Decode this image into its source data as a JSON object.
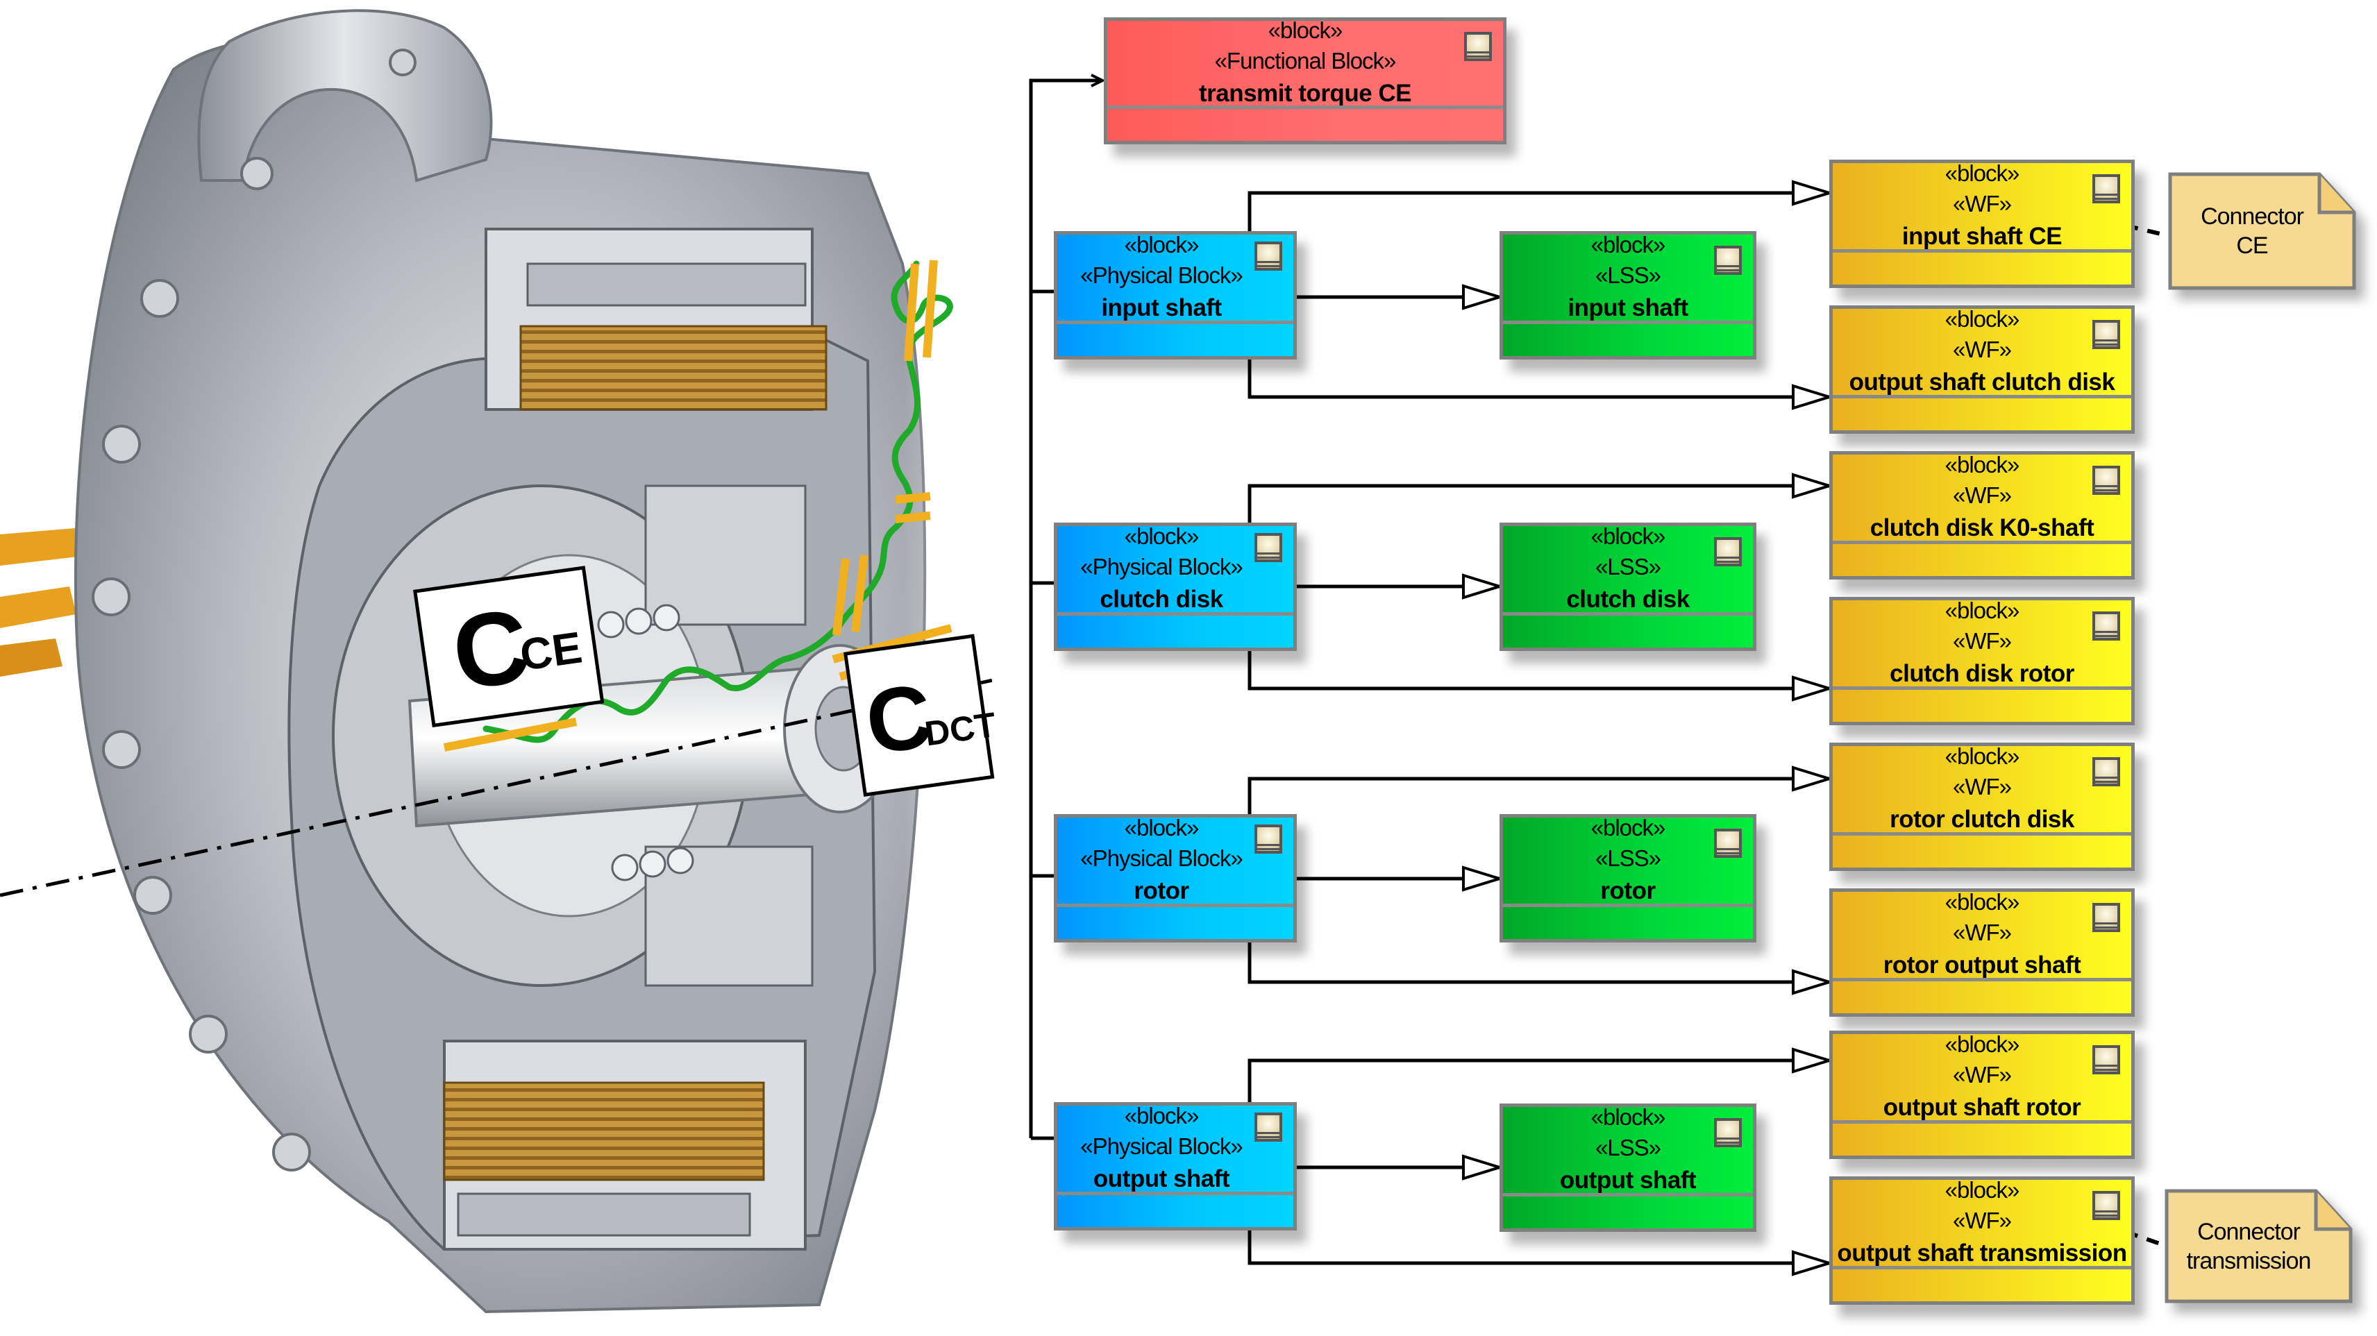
{
  "illustration": {
    "subject": "hybrid module cutaway with clutch",
    "labels": [
      {
        "id": "c_ce",
        "main": "C",
        "sub": "CE"
      },
      {
        "id": "c_dct",
        "main": "C",
        "sub": "DCT"
      }
    ],
    "colors": {
      "torque_path": "#22aa22",
      "contact_bars": "#f0b020",
      "axis_line": "#000000"
    }
  },
  "diagram": {
    "colors": {
      "functional": "#ff6464",
      "physical": "#00b4ff",
      "lss": "#00cc33",
      "wf": "#f5d020",
      "note": "#f7da92",
      "border": "#7f7f7f"
    },
    "functional_block": {
      "stereotypes": [
        "«block»",
        "«Functional Block»"
      ],
      "name": "transmit torque CE"
    },
    "physical_blocks": [
      {
        "stereotypes": [
          "«block»",
          "«Physical Block»"
        ],
        "name": "input shaft"
      },
      {
        "stereotypes": [
          "«block»",
          "«Physical Block»"
        ],
        "name": "clutch disk"
      },
      {
        "stereotypes": [
          "«block»",
          "«Physical Block»"
        ],
        "name": "rotor"
      },
      {
        "stereotypes": [
          "«block»",
          "«Physical Block»"
        ],
        "name": "output shaft"
      }
    ],
    "lss_blocks": [
      {
        "stereotypes": [
          "«block»",
          "«LSS»"
        ],
        "name": "input shaft"
      },
      {
        "stereotypes": [
          "«block»",
          "«LSS»"
        ],
        "name": "clutch disk"
      },
      {
        "stereotypes": [
          "«block»",
          "«LSS»"
        ],
        "name": "rotor"
      },
      {
        "stereotypes": [
          "«block»",
          "«LSS»"
        ],
        "name": "output shaft"
      }
    ],
    "wf_blocks": [
      {
        "stereotypes": [
          "«block»",
          "«WF»"
        ],
        "name": "input shaft CE"
      },
      {
        "stereotypes": [
          "«block»",
          "«WF»"
        ],
        "name": "output shaft clutch disk"
      },
      {
        "stereotypes": [
          "«block»",
          "«WF»"
        ],
        "name": "clutch disk K0-shaft"
      },
      {
        "stereotypes": [
          "«block»",
          "«WF»"
        ],
        "name": "clutch disk rotor"
      },
      {
        "stereotypes": [
          "«block»",
          "«WF»"
        ],
        "name": "rotor clutch disk"
      },
      {
        "stereotypes": [
          "«block»",
          "«WF»"
        ],
        "name": "rotor output shaft"
      },
      {
        "stereotypes": [
          "«block»",
          "«WF»"
        ],
        "name": "output shaft rotor"
      },
      {
        "stereotypes": [
          "«block»",
          "«WF»"
        ],
        "name": "output shaft transmission"
      }
    ],
    "notes": [
      {
        "lines": [
          "Connector",
          "CE"
        ],
        "attached_to": "input shaft CE"
      },
      {
        "lines": [
          "Connector",
          "transmission"
        ],
        "attached_to": "output shaft transmission"
      }
    ]
  }
}
